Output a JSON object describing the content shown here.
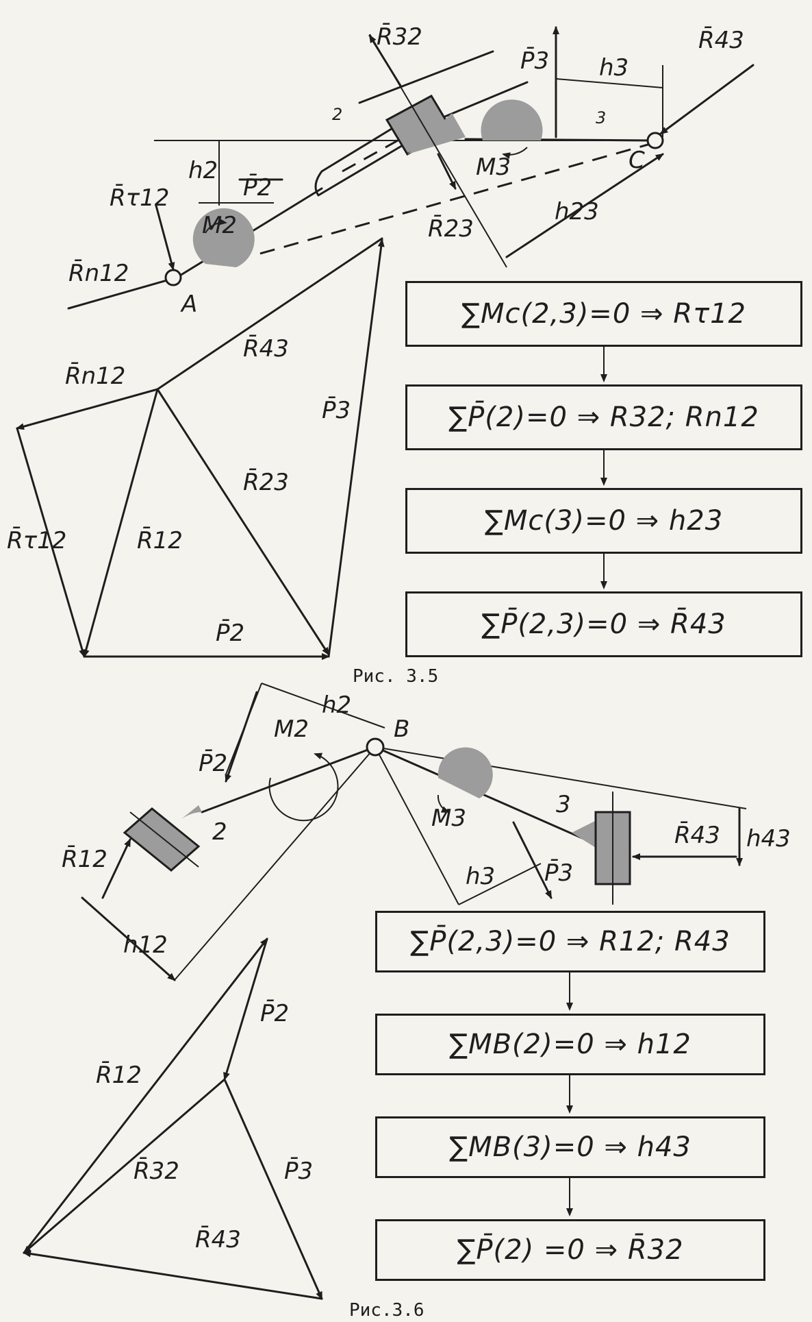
{
  "figure_1": {
    "caption": "Рис. 3.5",
    "labels": {
      "r32": "R̄32",
      "p3": "P̄3",
      "h3": "h3",
      "r43": "R̄43",
      "link2": "2",
      "link3": "3",
      "m3": "M3",
      "c": "C",
      "h2": "h2",
      "p2": "P̄2",
      "r12t": "R̄τ12",
      "m2": "M2",
      "r23": "R̄23",
      "h23": "h23",
      "r12n": "R̄n12",
      "a": "A"
    },
    "polygon": {
      "r43": "R̄43",
      "r12n": "R̄n12",
      "p3": "P̄3",
      "r23": "R̄23",
      "r12t": "R̄τ12",
      "r12": "R̄12",
      "p2": "P̄2"
    },
    "steps": [
      "∑Mc(2,3)=0 ⇒ Rτ12",
      "∑P̄(2)=0 ⇒ R32; Rn12",
      "∑Mc(3)=0 ⇒ h23",
      "∑P̄(2,3)=0 ⇒ R̄43"
    ]
  },
  "figure_2": {
    "caption": "Рис.3.6",
    "labels": {
      "h2": "h2",
      "b": "B",
      "p2": "P̄2",
      "m2": "M2",
      "link2": "2",
      "r12": "R̄12",
      "h12": "h12",
      "m3": "M3",
      "link3": "3",
      "r43": "R̄43",
      "h43": "h43",
      "h3": "h3",
      "p3": "P̄3"
    },
    "polygon": {
      "p2": "P̄2",
      "r12": "R̄12",
      "r32": "R̄32",
      "p3": "P̄3",
      "r43": "R̄43"
    },
    "steps": [
      "∑P̄(2,3)=0 ⇒ R12; R43",
      "∑MB(2)=0 ⇒ h12",
      "∑MB(3)=0 ⇒ h43",
      "∑P̄(2) =0 ⇒ R̄32"
    ]
  }
}
